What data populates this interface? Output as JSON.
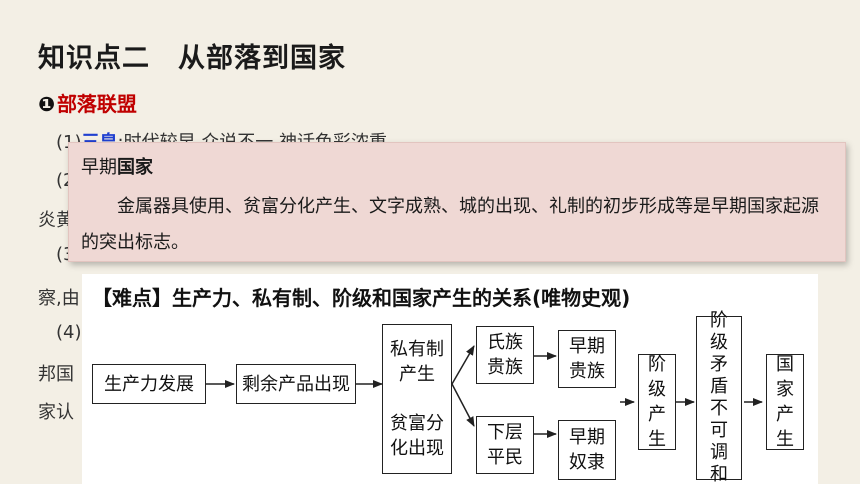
{
  "slide": {
    "title": "知识点二　从部落到国家",
    "section_num": "❶",
    "section_label": "部落联盟"
  },
  "background_lines": {
    "l1_prefix": "(1)",
    "l1_hl": "三皇",
    "l1_rest": ":时代较早,众说不一,神话色彩浓重。",
    "l2_prefix": "(2",
    "l3_prefix": "炎黄",
    "l4_prefix": "(3",
    "l5_prefix": "察,由",
    "l6_prefix": "(4)",
    "l7_prefix": "邦国",
    "l8_prefix": "家认"
  },
  "overlay": {
    "head_pre": "早期",
    "head_bold": "国家",
    "body": "金属器具使用、贫富分化产生、文字成熟、城的出现、礼制的初步形成等是早期国家起源的突出标志。"
  },
  "diagram": {
    "title": "【难点】生产力、私有制、阶级和国家产生的关系(唯物史观)",
    "nodes": {
      "productivity": "生产力发展",
      "surplus": "剩余产品出现",
      "private_top": "私有制产生",
      "private_bottom": "贫富分化出现",
      "clan_nobles": "氏族贵族",
      "early_nobles": "早期贵族",
      "commoners": "下层平民",
      "early_slaves": "早期奴隶",
      "class": "阶级产生",
      "conflict": "阶级矛盾不可调和",
      "state": "国家产生"
    }
  }
}
